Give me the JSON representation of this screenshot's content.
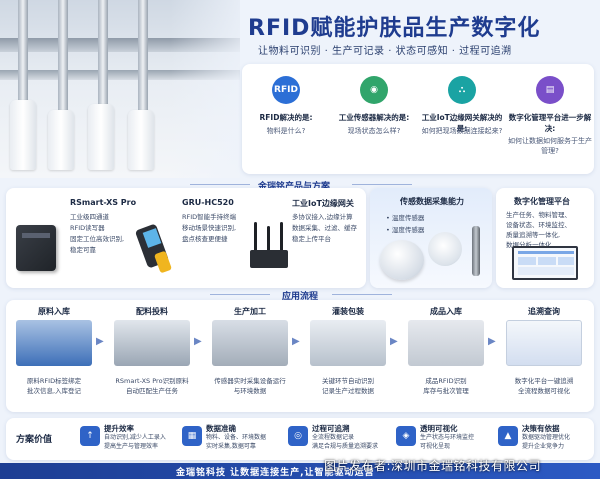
{
  "header": {
    "title": "RFID赋能护肤品生产数字化",
    "subtitle": "让物料可识别 · 生产可记录 · 状态可感知 · 过程可追溯"
  },
  "questions": [
    {
      "icon": "RFID",
      "title": "RFID解决的是:",
      "text": "物料是什么?"
    },
    {
      "icon": "◉",
      "title": "工业传感器解决的是:",
      "text": "现场状态怎么样?"
    },
    {
      "icon": "⛬",
      "title": "工业IoT边缘网关解决的是:",
      "text": "如何把现场数据连接起来?"
    },
    {
      "icon": "▤",
      "title": "数字化管理平台进一步解决:",
      "text": "如何让数据如何服务于生产管理?"
    }
  ],
  "products_section": {
    "label": "金瑞铭产品与方案",
    "items": [
      {
        "name": "RSmart-XS Pro",
        "desc": [
          "工业级四通道",
          "RFID读写器",
          "固定工位高效识别,",
          "稳定可靠"
        ]
      },
      {
        "name": "GRU-HC520",
        "desc": [
          "RFID智能手持终端",
          "移动场景快速识别,",
          "盘点核查更便捷"
        ]
      },
      {
        "name": "工业IoT边缘网关",
        "desc": [
          "多协议接入,边缘计算",
          "数据采集、过滤、缓存",
          "稳定上传平台"
        ]
      }
    ],
    "sensor": {
      "title": "传感数据采集能力",
      "items": [
        "• 温度传感器",
        "• 湿度传感器"
      ]
    },
    "platform": {
      "title": "数字化管理平台",
      "desc": [
        "生产任务、物料管理、",
        "设备状态、环境监控、",
        "质量追溯等一体化,",
        "数据分析一体化"
      ]
    }
  },
  "process_section": {
    "label": "应用流程",
    "steps": [
      {
        "title": "原料入库",
        "desc": [
          "原料RFID标签绑定",
          "批次信息,入库登记"
        ]
      },
      {
        "title": "配料投料",
        "desc": [
          "RSmart-XS Pro识别原料",
          "自动匹配生产任务"
        ]
      },
      {
        "title": "生产加工",
        "desc": [
          "传感器实时采集设备运行",
          "与环境数据"
        ]
      },
      {
        "title": "灌装包装",
        "desc": [
          "关键环节自动识别",
          "记录生产过程数据"
        ]
      },
      {
        "title": "成品入库",
        "desc": [
          "成品RFID识别",
          "库存与批次管理"
        ]
      },
      {
        "title": "追溯查询",
        "desc": [
          "数字化平台一键追溯",
          "全流程数据可视化"
        ]
      }
    ]
  },
  "value_section": {
    "label": "方案价值",
    "items": [
      {
        "icon": "↑",
        "title": "提升效率",
        "desc": [
          "自动识别,减少人工录入",
          "提高生产与管理效率"
        ]
      },
      {
        "icon": "▦",
        "title": "数据准确",
        "desc": [
          "物料、设备、环境数据",
          "实时采集,数据可靠"
        ]
      },
      {
        "icon": "◎",
        "title": "过程可追溯",
        "desc": [
          "全流程数据记录",
          "满足合规与质量追溯要求"
        ]
      },
      {
        "icon": "◈",
        "title": "透明可视化",
        "desc": [
          "生产状态与环境监控",
          "可视化呈现"
        ]
      },
      {
        "icon": "▲",
        "title": "决策有依据",
        "desc": [
          "数据驱动管理优化",
          "提升企业竞争力"
        ]
      }
    ]
  },
  "footer": {
    "text": "金瑞铭科技   让数据连接生产,让智能驱动运营",
    "watermark": "图片发布者:深圳市金瑞铭科技有限公司"
  },
  "colors": {
    "brand": "#1f3c8f",
    "accent": "#2f63c7",
    "rfid_icon": "#2c6fd6",
    "sensor_icon": "#31a56b",
    "gateway_icon": "#1aa3a3",
    "platform_icon": "#7a4fc9"
  }
}
